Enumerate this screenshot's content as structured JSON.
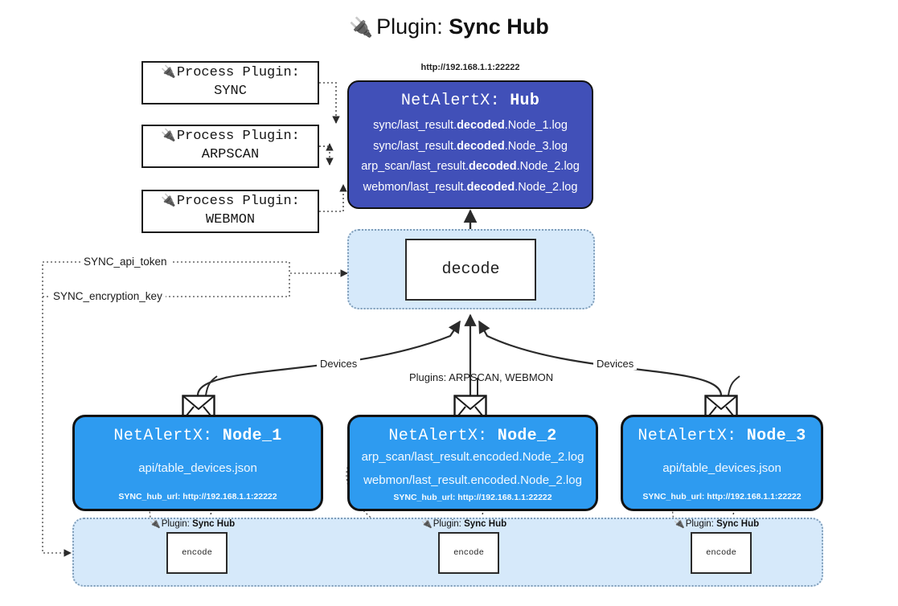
{
  "title": {
    "icon": "plug-icon",
    "prefix": "Plugin:",
    "name": "Sync Hub"
  },
  "process_plugins": [
    {
      "icon": "plug-icon",
      "line1": "Process Plugin:",
      "line2": "SYNC"
    },
    {
      "icon": "plug-icon",
      "line1": "Process Plugin:",
      "line2": "ARPSCAN"
    },
    {
      "icon": "plug-icon",
      "line1": "Process Plugin:",
      "line2": "WEBMON"
    }
  ],
  "hub": {
    "url_label": "http://192.168.1.1:22222",
    "title_prefix": "NetAlertX:",
    "title_name": "Hub",
    "color": "#4150b8",
    "logs": [
      {
        "pre": "sync/last_result.",
        "em": "decoded",
        "post": ".Node_1.log"
      },
      {
        "pre": "sync/last_result.",
        "em": "decoded",
        "post": ".Node_3.log"
      },
      {
        "pre": "arp_scan/last_result.",
        "em": "decoded",
        "post": ".Node_2.log"
      },
      {
        "pre": "webmon/last_result.",
        "em": "decoded",
        "post": ".Node_2.log"
      }
    ]
  },
  "decode": {
    "label": "decode"
  },
  "tokens": [
    {
      "label": "SYNC_api_token"
    },
    {
      "label": "SYNC_encryption_key"
    }
  ],
  "edge_labels": {
    "devices_left": "Devices",
    "devices_right": "Devices",
    "plugins_center": "Plugins: ARPSCAN, WEBMON"
  },
  "nodes": [
    {
      "title_prefix": "NetAlertX:",
      "title_name": "Node_1",
      "lines": [
        "api/table_devices.json"
      ],
      "footer": "SYNC_hub_url: http://192.168.1.1:22222",
      "color": "#2e9bf0",
      "icon": "envelope-icon"
    },
    {
      "title_prefix": "NetAlertX:",
      "title_name": "Node_2",
      "lines": [
        "arp_scan/last_result.encoded.Node_2.log",
        "webmon/last_result.encoded.Node_2.log"
      ],
      "footer": "SYNC_hub_url: http://192.168.1.1:22222",
      "color": "#2e9bf0",
      "icon": "envelope-icon"
    },
    {
      "title_prefix": "NetAlertX:",
      "title_name": "Node_3",
      "lines": [
        "api/table_devices.json"
      ],
      "footer": "SYNC_hub_url: http://192.168.1.1:22222",
      "color": "#2e9bf0",
      "icon": "envelope-icon"
    }
  ],
  "encoders": [
    {
      "plugin_prefix": "Plugin:",
      "plugin_name": "Sync Hub",
      "label": "encode",
      "icon": "plug-icon"
    },
    {
      "plugin_prefix": "Plugin:",
      "plugin_name": "Sync Hub",
      "label": "encode",
      "icon": "plug-icon"
    },
    {
      "plugin_prefix": "Plugin:",
      "plugin_name": "Sync Hub",
      "label": "encode",
      "icon": "plug-icon"
    }
  ]
}
